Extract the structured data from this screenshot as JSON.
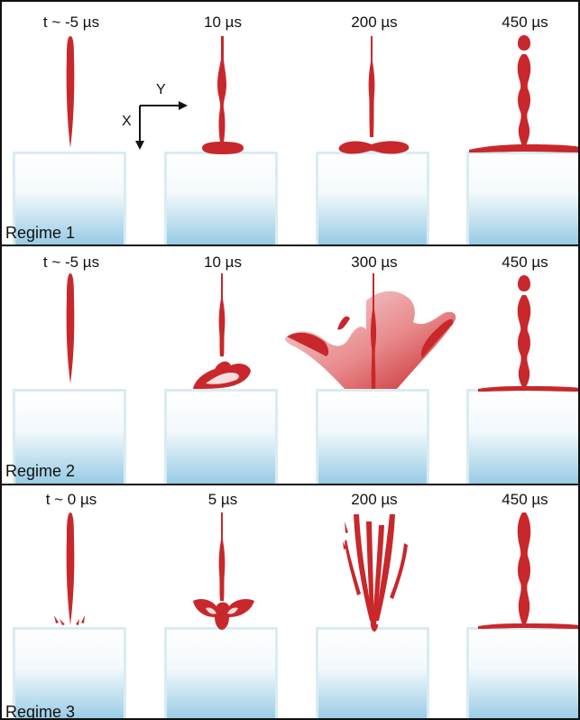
{
  "colors": {
    "liquid": "#c8282b",
    "highlight": "#f6dede",
    "pool_top": "#ffffff",
    "pool_bottom": "#8cc6e2",
    "pool_border": "#d9ecf2",
    "frame": "#111111"
  },
  "axes": {
    "x_label": "X",
    "y_label": "Y"
  },
  "regimes": [
    {
      "label": "Regime 1",
      "times": [
        "t ~ -5 µs",
        "10 µs",
        "200 µs",
        "450 µs"
      ]
    },
    {
      "label": "Regime 2",
      "times": [
        "t ~ -5 µs",
        "10 µs",
        "300 µs",
        "450 µs"
      ]
    },
    {
      "label": "Regime 3",
      "times": [
        "t ~ 0 µs",
        "5 µs",
        "200 µs",
        "450 µs"
      ]
    }
  ]
}
